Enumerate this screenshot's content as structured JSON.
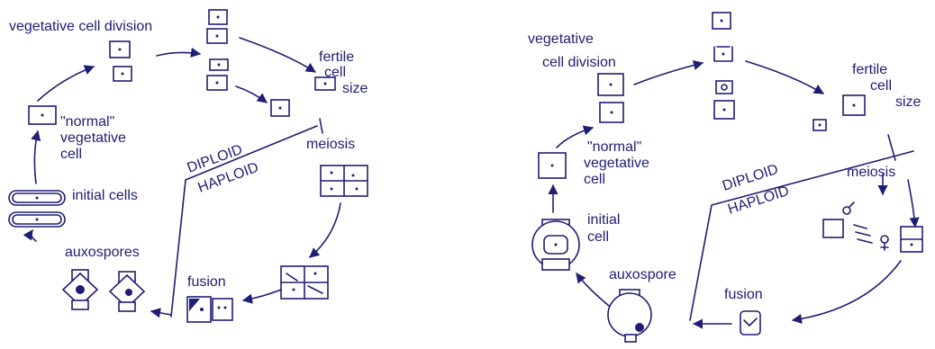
{
  "left_diagram": {
    "labels": {
      "vegetative_cell_division": "vegetative cell division",
      "fertile_cell_size_1": "fertile",
      "fertile_cell_size_2": "cell",
      "fertile_cell_size_3": "size",
      "normal_1": "\"normal\"",
      "normal_2": "vegetative",
      "normal_3": "cell",
      "meiosis": "meiosis",
      "diploid": "DIPLOID",
      "haploid": "HAPLOID",
      "initial_cells": "initial cells",
      "auxospores": "auxospores",
      "fusion": "fusion"
    }
  },
  "right_diagram": {
    "labels": {
      "vegetative": "vegetative",
      "cell_division": "cell division",
      "fertile_1": "fertile",
      "fertile_2": "cell",
      "fertile_3": "size",
      "normal_1": "\"normal\"",
      "normal_2": "vegetative",
      "normal_3": "cell",
      "diploid": "DIPLOID",
      "haploid": "HAPLOID",
      "meiosis": "meiosis",
      "initial_1": "initial",
      "initial_2": "cell",
      "auxospore": "auxospore",
      "fusion": "fusion"
    }
  },
  "colors": {
    "ink": "#1f1d74",
    "background": "#ffffff"
  }
}
